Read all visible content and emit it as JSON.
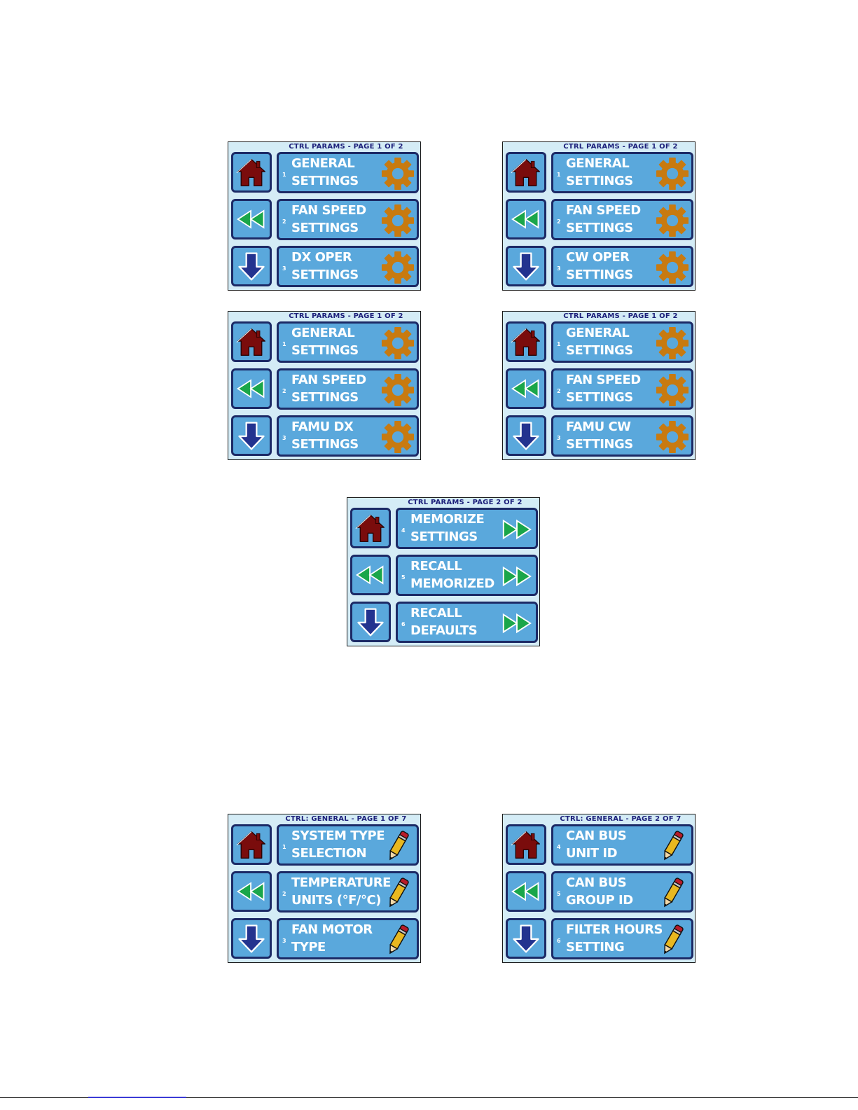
{
  "colors": {
    "screen_bg": "#d4ecf6",
    "button_bg": "#5aa8dc",
    "button_border": "#1c2a66",
    "title_text": "#1c1f7a",
    "home_icon": "#7a0c0c",
    "back_arrows": "#1aa64a",
    "down_arrow": "#23338f",
    "gear": "#c87a10",
    "pencil": "#e8b820"
  },
  "screens": [
    {
      "title": "CTRL PARAMS - PAGE 1 OF 2",
      "items": [
        {
          "num": "1",
          "line1": "GENERAL",
          "line2": "SETTINGS",
          "icon": "gear-icon"
        },
        {
          "num": "2",
          "line1": "FAN SPEED",
          "line2": "SETTINGS",
          "icon": "gear-icon"
        },
        {
          "num": "3",
          "line1": "DX OPER",
          "line2": "SETTINGS",
          "icon": "gear-icon"
        }
      ]
    },
    {
      "title": "CTRL PARAMS - PAGE 1 OF 2",
      "items": [
        {
          "num": "1",
          "line1": "GENERAL",
          "line2": "SETTINGS",
          "icon": "gear-icon"
        },
        {
          "num": "2",
          "line1": "FAN SPEED",
          "line2": "SETTINGS",
          "icon": "gear-icon"
        },
        {
          "num": "3",
          "line1": "CW OPER",
          "line2": "SETTINGS",
          "icon": "gear-icon"
        }
      ]
    },
    {
      "title": "CTRL PARAMS - PAGE 1 OF 2",
      "items": [
        {
          "num": "1",
          "line1": "GENERAL",
          "line2": "SETTINGS",
          "icon": "gear-icon"
        },
        {
          "num": "2",
          "line1": "FAN SPEED",
          "line2": "SETTINGS",
          "icon": "gear-icon"
        },
        {
          "num": "3",
          "line1": "FAMU DX",
          "line2": "SETTINGS",
          "icon": "gear-icon"
        }
      ]
    },
    {
      "title": "CTRL PARAMS - PAGE 1 OF 2",
      "items": [
        {
          "num": "1",
          "line1": "GENERAL",
          "line2": "SETTINGS",
          "icon": "gear-icon"
        },
        {
          "num": "2",
          "line1": "FAN SPEED",
          "line2": "SETTINGS",
          "icon": "gear-icon"
        },
        {
          "num": "3",
          "line1": "FAMU CW",
          "line2": "SETTINGS",
          "icon": "gear-icon"
        }
      ]
    },
    {
      "title": "CTRL PARAMS - PAGE 2 OF 2",
      "items": [
        {
          "num": "4",
          "line1": "MEMORIZE",
          "line2": "SETTINGS",
          "icon": "forward-arrows-icon"
        },
        {
          "num": "5",
          "line1": "RECALL",
          "line2": "MEMORIZED",
          "icon": "forward-arrows-icon"
        },
        {
          "num": "6",
          "line1": "RECALL",
          "line2": "DEFAULTS",
          "icon": "forward-arrows-icon"
        }
      ]
    },
    {
      "title": "CTRL: GENERAL - PAGE 1 OF 7",
      "items": [
        {
          "num": "1",
          "line1": "SYSTEM TYPE",
          "line2": "SELECTION",
          "icon": "pencil-icon"
        },
        {
          "num": "2",
          "line1": "TEMPERATURE",
          "line2": "UNITS (°F/°C)",
          "icon": "pencil-icon"
        },
        {
          "num": "3",
          "line1": "FAN MOTOR",
          "line2": "TYPE",
          "icon": "pencil-icon"
        }
      ]
    },
    {
      "title": "CTRL: GENERAL - PAGE 2 OF 7",
      "items": [
        {
          "num": "4",
          "line1": "CAN BUS",
          "line2": "UNIT ID",
          "icon": "pencil-icon"
        },
        {
          "num": "5",
          "line1": "CAN BUS",
          "line2": "GROUP ID",
          "icon": "pencil-icon"
        },
        {
          "num": "6",
          "line1": "FILTER HOURS",
          "line2": "SETTING",
          "icon": "pencil-icon"
        }
      ]
    }
  ]
}
